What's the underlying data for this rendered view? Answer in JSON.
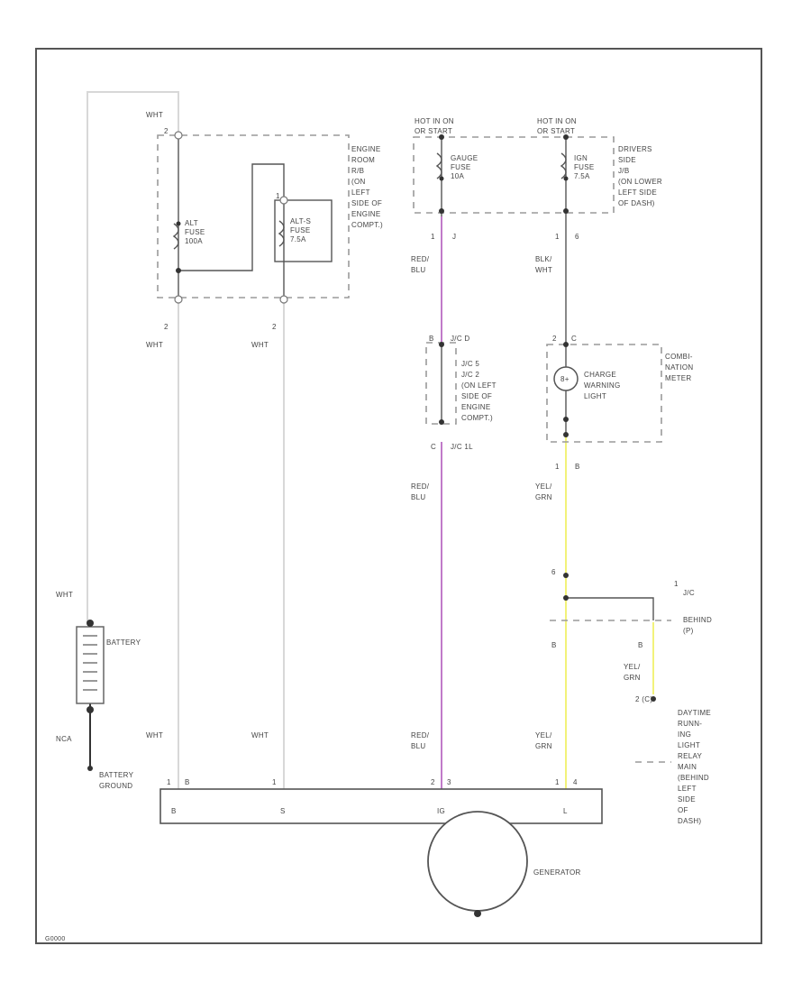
{
  "colors": {
    "wht": "#d8d8d8",
    "red_blu": "#c07ac9",
    "yel_grn": "#f2f27a",
    "blk_wht": "#888888",
    "frame": "#555555"
  },
  "figure_id": "G0000",
  "labels": {
    "wht_top": "WHT",
    "wht_left": "WHT",
    "wht_a": "WHT",
    "wht_b": "WHT",
    "wht_c": "WHT",
    "wht_d": "WHT",
    "nca": "NCA",
    "pin2_a": "2",
    "pin2_b": "2",
    "pin1_a": "1",
    "pin1_b": "1",
    "pin2_c": "2",
    "pin1_c": "1",
    "pin1_d": "1",
    "pin6": "6",
    "pin1_e": "1",
    "pin2_e": "2",
    "pinJ": "J",
    "pinB": "B",
    "pin1_f": "1",
    "pin3": "3",
    "pinB2": "B",
    "pinC": "C",
    "pinB3": "B",
    "pinB4": "B",
    "pin2_d": "2",
    "pin2_f": "2",
    "pin4": "4"
  },
  "engine_room": {
    "lines": [
      "ENGINE",
      "ROOM",
      "R/B",
      "(ON",
      "LEFT",
      "SIDE OF",
      "ENGINE",
      "COMPT.)"
    ]
  },
  "alt_fuse": {
    "lines": [
      "ALT",
      "FUSE",
      "100A"
    ]
  },
  "alts_fuse": {
    "lines": [
      "ALT-S",
      "FUSE",
      "7.5A"
    ]
  },
  "gauge_fuse": {
    "lines": [
      "GAUGE",
      "FUSE",
      "10A"
    ]
  },
  "ign_fuse": {
    "lines": [
      "IGN",
      "FUSE",
      "7.5A"
    ]
  },
  "hot_1": {
    "lines": [
      "HOT IN ON",
      "OR START"
    ]
  },
  "hot_2": {
    "lines": [
      "HOT IN ON",
      "OR START"
    ]
  },
  "drivers_jb": {
    "lines": [
      "DRIVERS",
      "SIDE",
      "J/B",
      "(ON LOWER",
      "LEFT SIDE",
      "OF DASH)"
    ]
  },
  "wire_labels": {
    "red_blu_1": [
      "RED/",
      "BLU"
    ],
    "red_blu_2": [
      "RED/",
      "BLU"
    ],
    "red_blu_3": [
      "RED/",
      "BLU"
    ],
    "blk_wht": [
      "BLK/",
      "WHT"
    ],
    "yel_grn_1": [
      "YEL/",
      "GRN"
    ],
    "yel_grn_2": [
      "YEL/",
      "GRN"
    ],
    "yel_grn_3": [
      "YEL/",
      "GRN"
    ]
  },
  "jc": {
    "top_tag": "J/C D",
    "bottom_tag": "J/C 1L",
    "lines": [
      "J/C 5",
      "J/C 2",
      "(ON LEFT",
      "SIDE OF",
      "ENGINE",
      "COMPT.)"
    ]
  },
  "meter": {
    "top_tag": "C",
    "lamp_lines": [
      "CHARGE",
      "WARNING",
      "LIGHT"
    ],
    "name_lines": [
      "COMBI-",
      "NATION",
      "METER"
    ]
  },
  "jc_behind": {
    "tag": "1",
    "lines": [
      "J/C",
      "",
      "BEHIND",
      "(P)"
    ]
  },
  "drl_relay": {
    "tag": "2 (C)",
    "lines": [
      "DAYTIME",
      "RUNN-",
      "ING",
      "LIGHT",
      "RELAY",
      "MAIN",
      "(BEHIND",
      "LEFT",
      "SIDE",
      "OF",
      "DASH)"
    ]
  },
  "battery": {
    "label": "BATTERY"
  },
  "battery_ground": {
    "lines": [
      "BATTERY",
      "GROUND"
    ]
  },
  "generator": {
    "label": "GENERATOR",
    "terminals": [
      "B",
      "S",
      "IG",
      "L"
    ],
    "pin_B": "B"
  }
}
